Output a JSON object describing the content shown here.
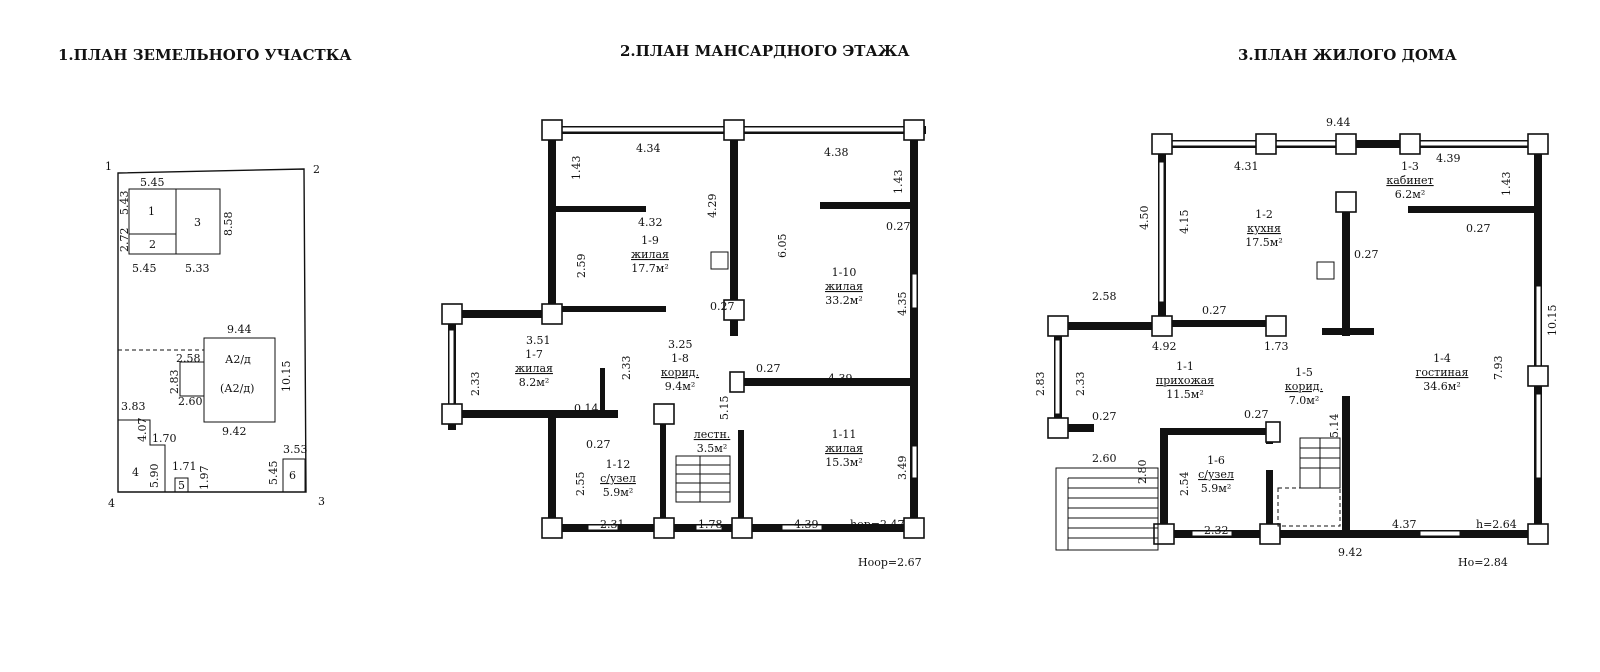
{
  "titles": {
    "site": "1.ПЛАН ЗЕМЕЛЬНОГО УЧАСТКА",
    "attic": "2.ПЛАН  МАНСАРДНОГО  ЭТАЖА",
    "house": "3.ПЛАН ЖИЛОГО ДОМА"
  },
  "site": {
    "corners": [
      "1",
      "2",
      "3",
      "4"
    ],
    "buildings": [
      "1",
      "2",
      "3",
      "А2/д",
      "(А2/д)",
      "4",
      "5",
      "6"
    ],
    "dims": [
      "5.45",
      "5.43",
      "2.72",
      "5.45",
      "5.33",
      "8.58",
      "9.44",
      "2.58",
      "2.83",
      "2.60",
      "10.15",
      "9.42",
      "3.83",
      "4.07",
      "1.70",
      "5.90",
      "1.71",
      "1.97",
      "3.53",
      "5.45"
    ]
  },
  "attic": {
    "rooms": [
      {
        "num": "1-9",
        "name": "жилая",
        "area": "17.7м²"
      },
      {
        "num": "1-10",
        "name": "жилая",
        "area": "33.2м²"
      },
      {
        "num": "1-7",
        "name": "жилая",
        "area": "8.2м²"
      },
      {
        "num": "1-8",
        "name": "корид.",
        "area": "9.4м²"
      },
      {
        "num": "1-11",
        "name": "жилая",
        "area": "15.3м²"
      },
      {
        "num": "1-12",
        "name": "с/узел",
        "area": "5.9м²"
      },
      {
        "num": "",
        "name": "лестн.",
        "area": "3.5м²"
      }
    ],
    "dims": [
      "4.34",
      "4.38",
      "1.43",
      "4.29",
      "1.43",
      "4.32",
      "2.59",
      "6.05",
      "0.27",
      "0.27",
      "4.35",
      "3.51",
      "3.25",
      "2.33",
      "2.33",
      "0.27",
      "4.39",
      "5.15",
      "0.14",
      "0.27",
      "2.55",
      "3.49",
      "2.31",
      "1.78",
      "4.39"
    ],
    "height_inner": "hор=2.47",
    "height_outer": "Hоор=2.67"
  },
  "house": {
    "rooms": [
      {
        "num": "1-3",
        "name": "кабинет",
        "area": "6.2м²"
      },
      {
        "num": "1-2",
        "name": "кухня",
        "area": "17.5м²"
      },
      {
        "num": "1-1",
        "name": "прихожая",
        "area": "11.5м²"
      },
      {
        "num": "1-5",
        "name": "корид.",
        "area": "7.0м²"
      },
      {
        "num": "1-4",
        "name": "гостиная",
        "area": "34.6м²"
      },
      {
        "num": "1-6",
        "name": "с/узел",
        "area": "5.9м²"
      }
    ],
    "dims": [
      "9.44",
      "4.31",
      "4.39",
      "1.43",
      "4.50",
      "4.15",
      "0.27",
      "0.27",
      "2.58",
      "0.27",
      "10.15",
      "4.92",
      "1.73",
      "7.93",
      "2.83",
      "2.33",
      "0.27",
      "0.27",
      "5.14",
      "2.60",
      "2.80",
      "2.54",
      "2.32",
      "4.37",
      "9.42"
    ],
    "height_inner": "h=2.64",
    "height_outer": "Hо=2.84"
  }
}
